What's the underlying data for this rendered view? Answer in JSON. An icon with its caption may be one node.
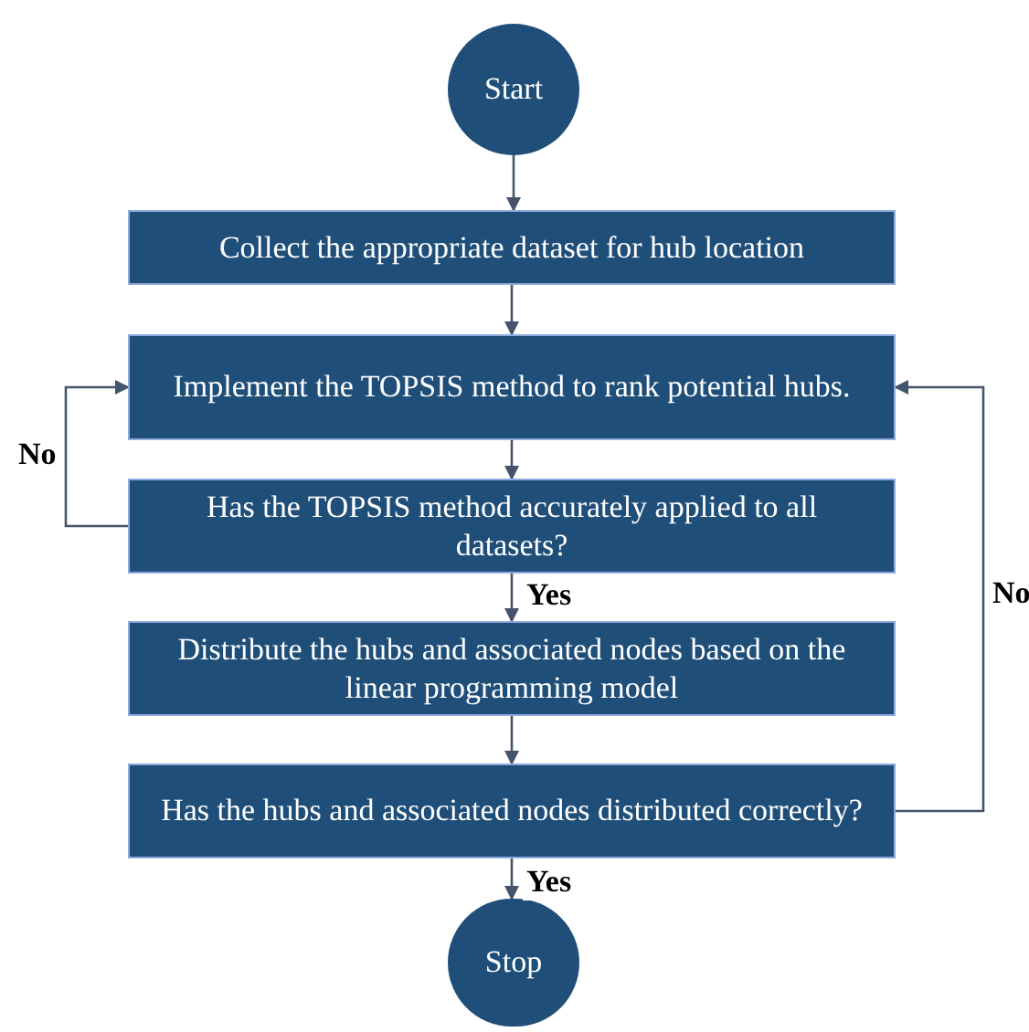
{
  "diagram": {
    "nodes": [
      {
        "text": [
          "Start"
        ]
      },
      {
        "text": [
          "Collect the appropriate dataset for hub location"
        ]
      },
      {
        "text": [
          "Implement the TOPSIS method to rank potential hubs."
        ]
      },
      {
        "text": [
          "Has the TOPSIS method accurately applied to all datasets?"
        ]
      },
      {
        "text": [
          "Distribute the hubs and associated nodes based on the linear programming model"
        ]
      },
      {
        "text": [
          "Has the hubs and associated nodes distributed correctly?"
        ]
      },
      {
        "text": [
          "Stop"
        ]
      }
    ],
    "edges": [
      {
        "from": 0,
        "to": 1,
        "arrow": "to"
      },
      {
        "from": 1,
        "to": 2,
        "arrow": "to"
      },
      {
        "from": 2,
        "to": 3,
        "arrow": "to"
      },
      {
        "from": 3,
        "to": 2,
        "arrow": "to",
        "label": "No"
      },
      {
        "from": 3,
        "to": 4,
        "arrow": "to",
        "label": "Yes"
      },
      {
        "from": 4,
        "to": 5,
        "arrow": "to"
      },
      {
        "from": 5,
        "to": 2,
        "arrow": "to",
        "label": "No"
      },
      {
        "from": 5,
        "to": 6,
        "arrow": "to",
        "label": "Yes"
      }
    ]
  }
}
